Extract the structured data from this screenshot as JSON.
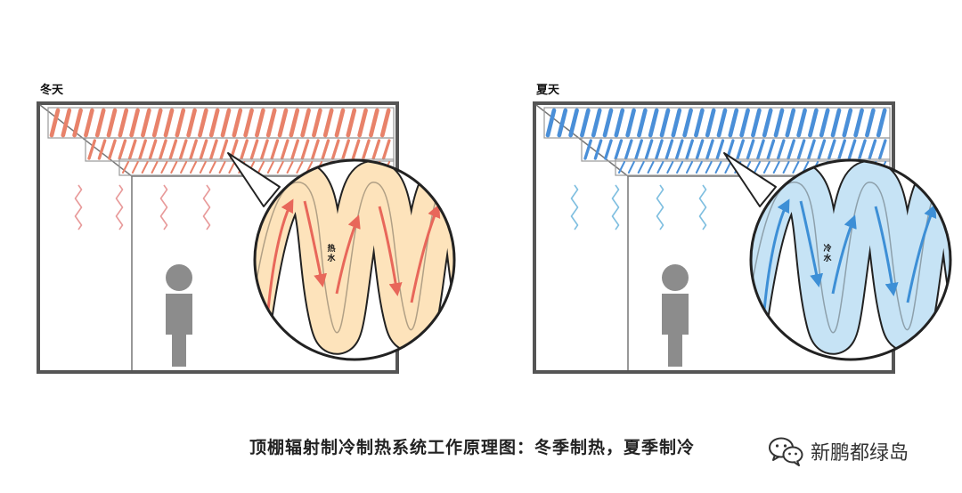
{
  "panels": [
    {
      "id": "winter",
      "label": "冬天",
      "water_label": "热水",
      "colors": {
        "pipe": "#e8826a",
        "wave": "#e89a9a",
        "fill": "#fde3bb",
        "arrow": "#e8675a"
      }
    },
    {
      "id": "summer",
      "label": "夏天",
      "water_label": "冷水",
      "colors": {
        "pipe": "#4a8fd8",
        "wave": "#7fbfe0",
        "fill": "#c6e3f5",
        "arrow": "#3d8fd6"
      }
    }
  ],
  "caption": "顶棚辐射制冷制热系统工作原理图：冬季制热，夏季制冷",
  "watermark": {
    "icon": "wechat-icon",
    "text": "新鹏都绿岛"
  },
  "colors": {
    "frame": "#555555",
    "person": "#8c8c8c",
    "line": "#777777"
  }
}
